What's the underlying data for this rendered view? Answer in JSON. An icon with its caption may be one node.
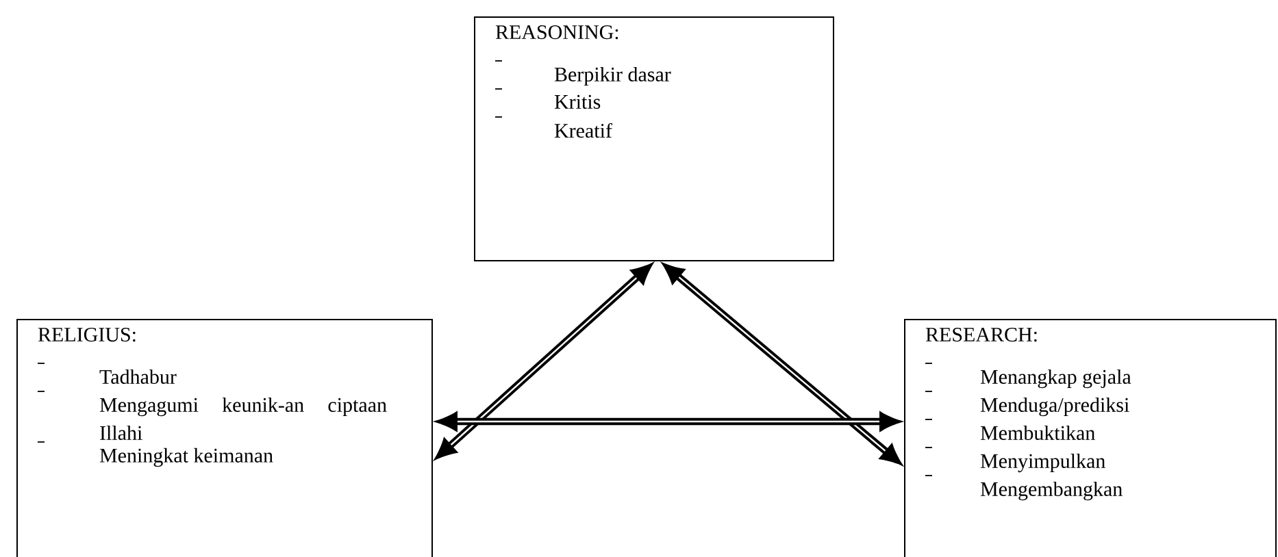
{
  "diagram": {
    "nodes": [
      {
        "text": [
          "REASONING:",
          "Berpikir dasar",
          "Kritis",
          "Kreatif"
        ]
      },
      {
        "text": [
          "RELIGIUS:",
          "Tadhabur",
          "Mengagumi keunik-an ciptaan Illahi",
          "Meningkat keimanan"
        ]
      },
      {
        "text": [
          "RESEARCH:",
          "Menangkap gejala",
          "Menduga/prediksi",
          "Membuktikan",
          "Menyimpulkan",
          "Mengembangkan"
        ]
      }
    ],
    "edges": [
      {
        "from": 0,
        "to": 1,
        "arrow": "both"
      },
      {
        "from": 0,
        "to": 2,
        "arrow": "both"
      },
      {
        "from": 1,
        "to": 2,
        "arrow": "both"
      }
    ]
  }
}
